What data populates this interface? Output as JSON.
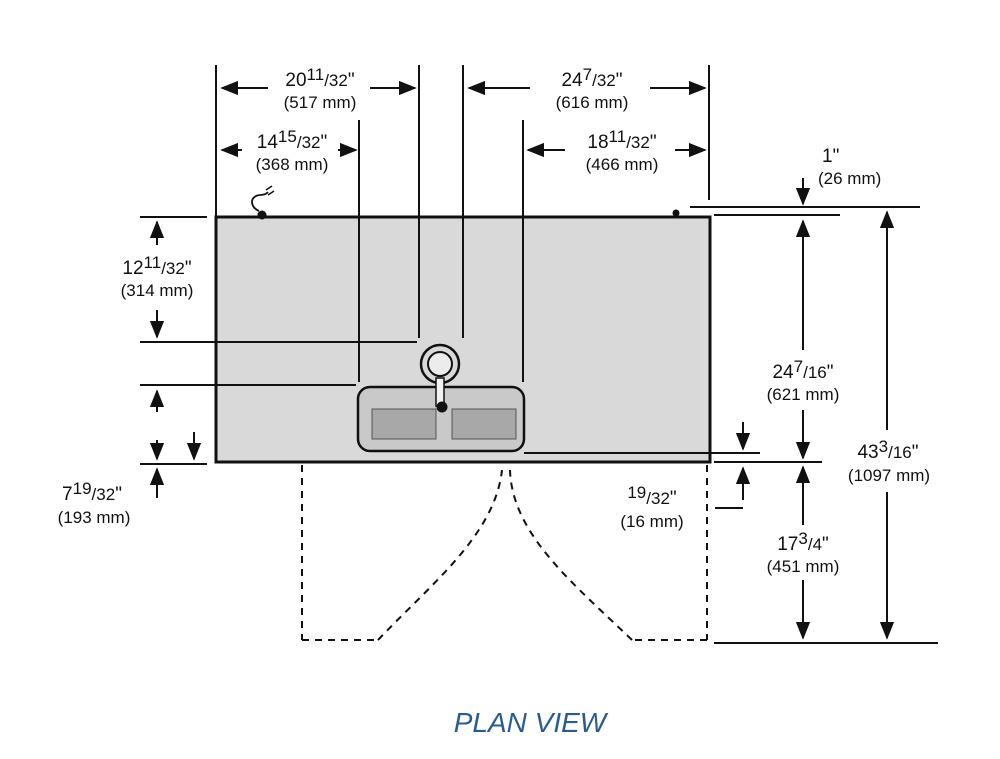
{
  "title": "PLAN VIEW",
  "dims": {
    "w_20_11_32": {
      "whole": "20",
      "num": "11",
      "den": "32",
      "unit": "\"",
      "mm": "(517 mm)"
    },
    "w_24_7_32": {
      "whole": "24",
      "num": "7",
      "den": "32",
      "unit": "\"",
      "mm": "(616 mm)"
    },
    "w_14_15_32": {
      "whole": "14",
      "num": "15",
      "den": "32",
      "unit": "\"",
      "mm": "(368 mm)"
    },
    "w_18_11_32": {
      "whole": "18",
      "num": "11",
      "den": "32",
      "unit": "\"",
      "mm": "(466 mm)"
    },
    "d_1": {
      "whole": "1",
      "num": "",
      "den": "",
      "unit": "\"",
      "mm": "(26 mm)"
    },
    "d_12_11_32": {
      "whole": "12",
      "num": "11",
      "den": "32",
      "unit": "\"",
      "mm": "(314 mm)"
    },
    "d_24_7_16": {
      "whole": "24",
      "num": "7",
      "den": "16",
      "unit": "\"",
      "mm": "(621 mm)"
    },
    "d_43_3_16": {
      "whole": "43",
      "num": "3",
      "den": "16",
      "unit": "\"",
      "mm": "(1097 mm)"
    },
    "d_7_19_32": {
      "whole": "7",
      "num": "19",
      "den": "32",
      "unit": "\"",
      "mm": "(193 mm)"
    },
    "d_19_32": {
      "whole": "",
      "num": "19",
      "den": "32",
      "unit": "\"",
      "mm": "(16 mm)"
    },
    "d_17_3_4": {
      "whole": "17",
      "num": "3",
      "den": "4",
      "unit": "\"",
      "mm": "(451 mm)"
    }
  },
  "colors": {
    "body_fill": "#d9d9d9",
    "line": "#111111",
    "title": "#2a5d8f",
    "grill": "#a8a8a8",
    "basin": "#c9c9c9"
  }
}
